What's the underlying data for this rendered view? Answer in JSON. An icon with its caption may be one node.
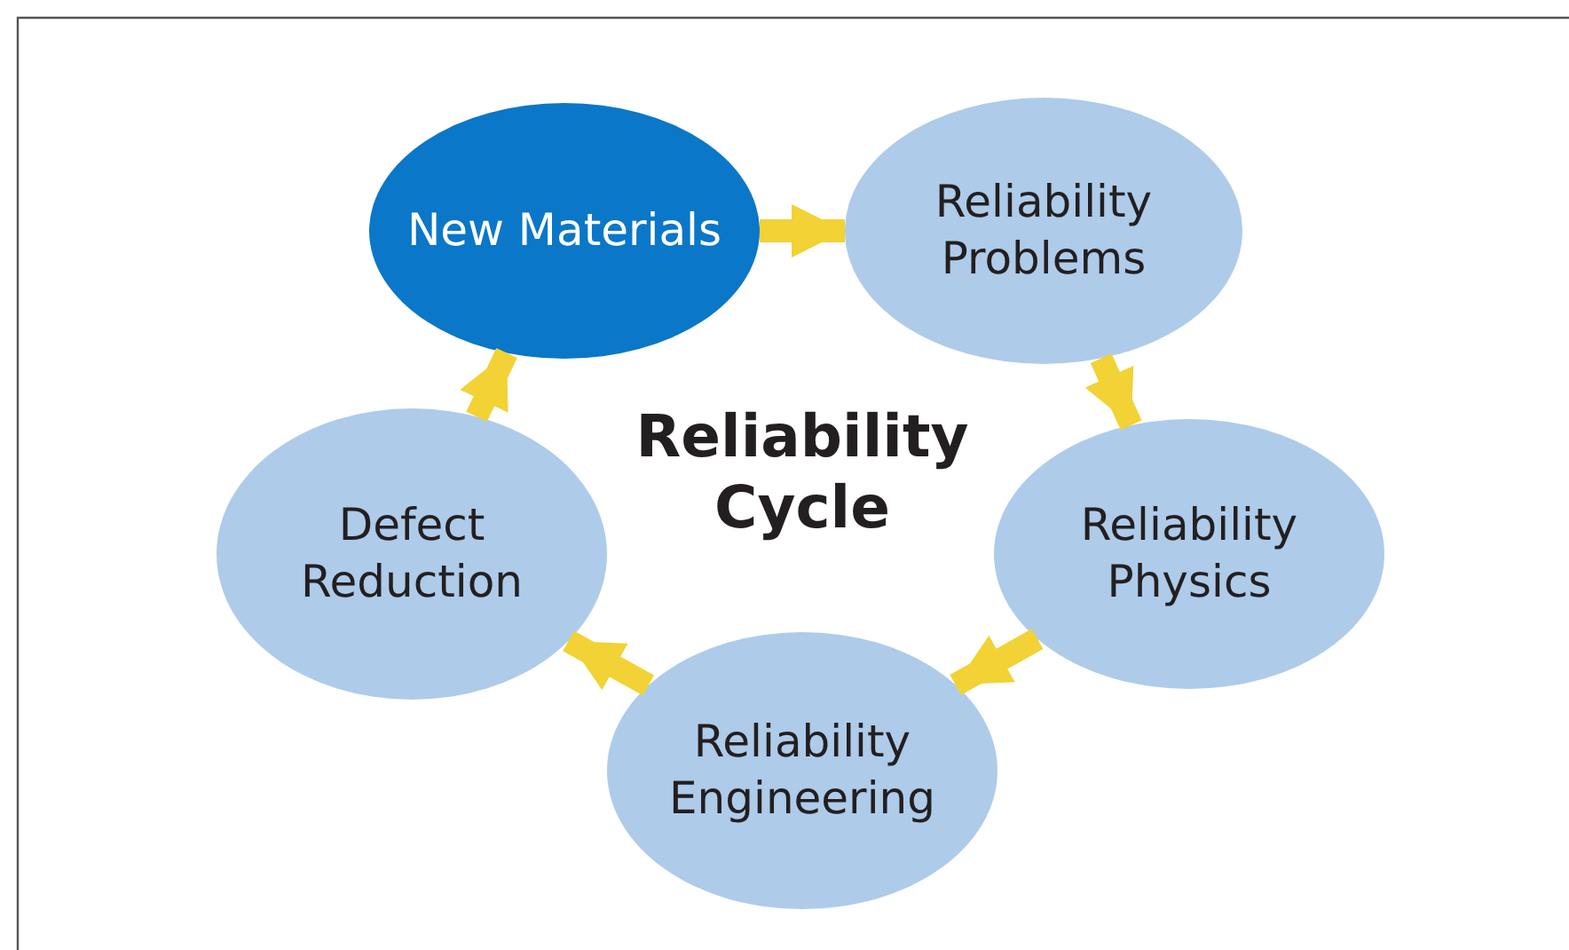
{
  "diagram": {
    "title": "Reliability Cycle",
    "nodes": [
      {
        "text": [
          "New Materials"
        ]
      },
      {
        "text": [
          "Reliability Problems"
        ]
      },
      {
        "text": [
          "Reliability Physics"
        ]
      },
      {
        "text": [
          "Reliability Engineering"
        ]
      },
      {
        "text": [
          "Defect Reduction"
        ]
      }
    ],
    "edges": [
      {
        "from": 0,
        "to": 1,
        "arrow": "to"
      },
      {
        "from": 1,
        "to": 2,
        "arrow": "to"
      },
      {
        "from": 2,
        "to": 3,
        "arrow": "to"
      },
      {
        "from": 3,
        "to": 4,
        "arrow": "to"
      },
      {
        "from": 4,
        "to": 0,
        "arrow": "to"
      }
    ]
  }
}
